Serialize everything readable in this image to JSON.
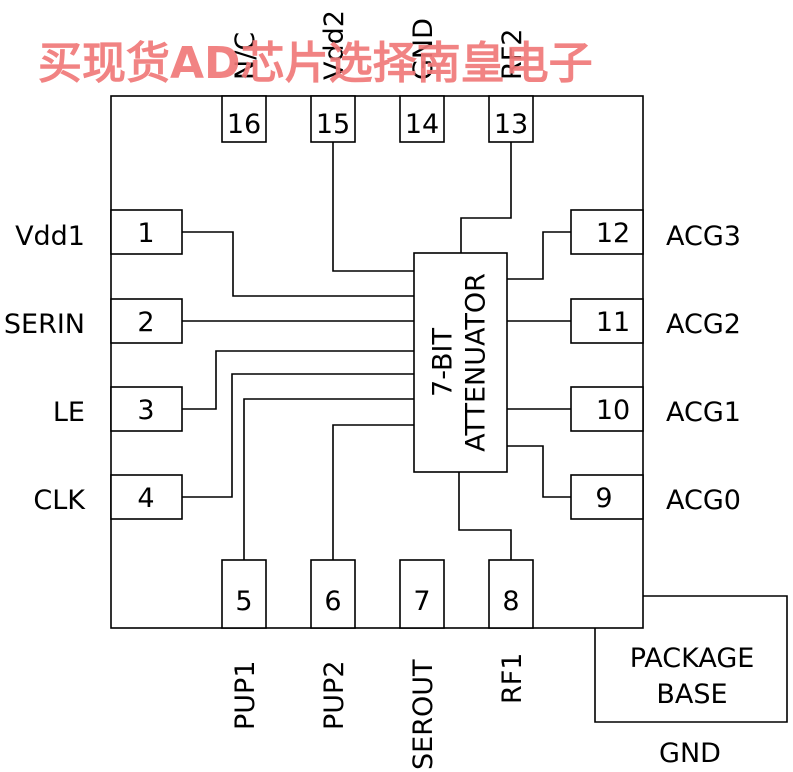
{
  "chip": {
    "label_line1": "7-BIT",
    "label_line2": "ATTENUATOR"
  },
  "pins": {
    "p1": {
      "number": "1",
      "name": "Vdd1"
    },
    "p2": {
      "number": "2",
      "name": "SERIN"
    },
    "p3": {
      "number": "3",
      "name": "LE"
    },
    "p4": {
      "number": "4",
      "name": "CLK"
    },
    "p5": {
      "number": "5",
      "name": "PUP1"
    },
    "p6": {
      "number": "6",
      "name": "PUP2"
    },
    "p7": {
      "number": "7",
      "name": "SEROUT"
    },
    "p8": {
      "number": "8",
      "name": "RF1"
    },
    "p9": {
      "number": "9",
      "name": "ACG0"
    },
    "p10": {
      "number": "10",
      "name": "ACG1"
    },
    "p11": {
      "number": "11",
      "name": "ACG2"
    },
    "p12": {
      "number": "12",
      "name": "ACG3"
    },
    "p13": {
      "number": "13",
      "name": "RF2"
    },
    "p14": {
      "number": "14",
      "name": "GND"
    },
    "p15": {
      "number": "15",
      "name": "Vdd2"
    },
    "p16": {
      "number": "16",
      "name": "N/C"
    }
  },
  "package_base": {
    "line1": "PACKAGE",
    "line2": "BASE",
    "gnd": "GND"
  },
  "watermark": {
    "text": "买现货AD芯片选择南皇电子",
    "color": "#f07878"
  }
}
